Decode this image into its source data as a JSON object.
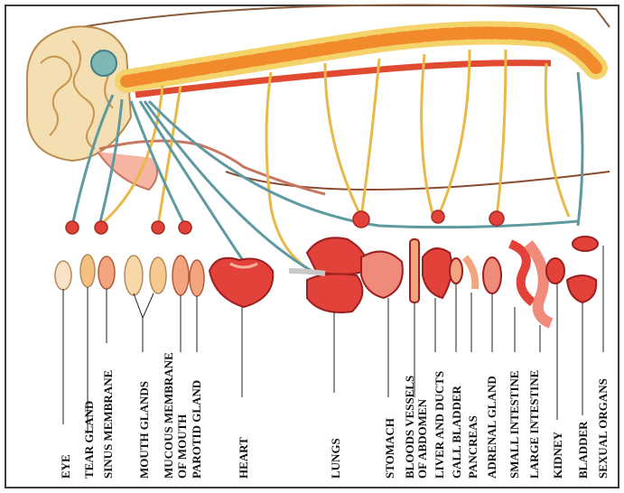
{
  "labels": [
    {
      "key": "eye",
      "text": "EYE"
    },
    {
      "key": "tear_gland",
      "text": "TEAR GLAND"
    },
    {
      "key": "sinus_membrane",
      "text": "SINUS MEMBRANE"
    },
    {
      "key": "mouth_glands",
      "text": "MOUTH GLANDS"
    },
    {
      "key": "mucous_membrane",
      "text": "MUCOUS MEMBRANE"
    },
    {
      "key": "of_mouth",
      "text": "OF MOUTH"
    },
    {
      "key": "parotid_gland",
      "text": "PAROTID GLAND"
    },
    {
      "key": "heart",
      "text": "HEART"
    },
    {
      "key": "lungs",
      "text": "LUNGS"
    },
    {
      "key": "stomach",
      "text": "STOMACH"
    },
    {
      "key": "bloods_vessels",
      "text": "BLOODS VESSELS"
    },
    {
      "key": "of_abdomen",
      "text": "OF ABDOMEN"
    },
    {
      "key": "liver_and_ducts",
      "text": "LIVER AND DUCTS"
    },
    {
      "key": "gall_bladder",
      "text": "GALL BLADDER"
    },
    {
      "key": "pancreas",
      "text": "PANCREAS"
    },
    {
      "key": "adrenal_gland",
      "text": "ADRENAL GLAND"
    },
    {
      "key": "small_intestine",
      "text": "SMALL INTESTINE"
    },
    {
      "key": "large_intestine",
      "text": "LARGE INTESTINE"
    },
    {
      "key": "kidney",
      "text": "KIDNEY"
    },
    {
      "key": "bladder",
      "text": "BLADDER"
    },
    {
      "key": "sexual_organs",
      "text": "SEXUAL ORGANS"
    }
  ],
  "colors": {
    "frame": "#3a3a3a",
    "nerve_yellow": "#e8b948",
    "nerve_teal": "#5f9aa0",
    "organ_red": "#e2423a",
    "organ_light": "#f6b4a3",
    "spine_orange": "#f08a2a",
    "spine_yellow": "#f4d36a",
    "brain": "#f3dfb2",
    "label_line": "#222222"
  }
}
